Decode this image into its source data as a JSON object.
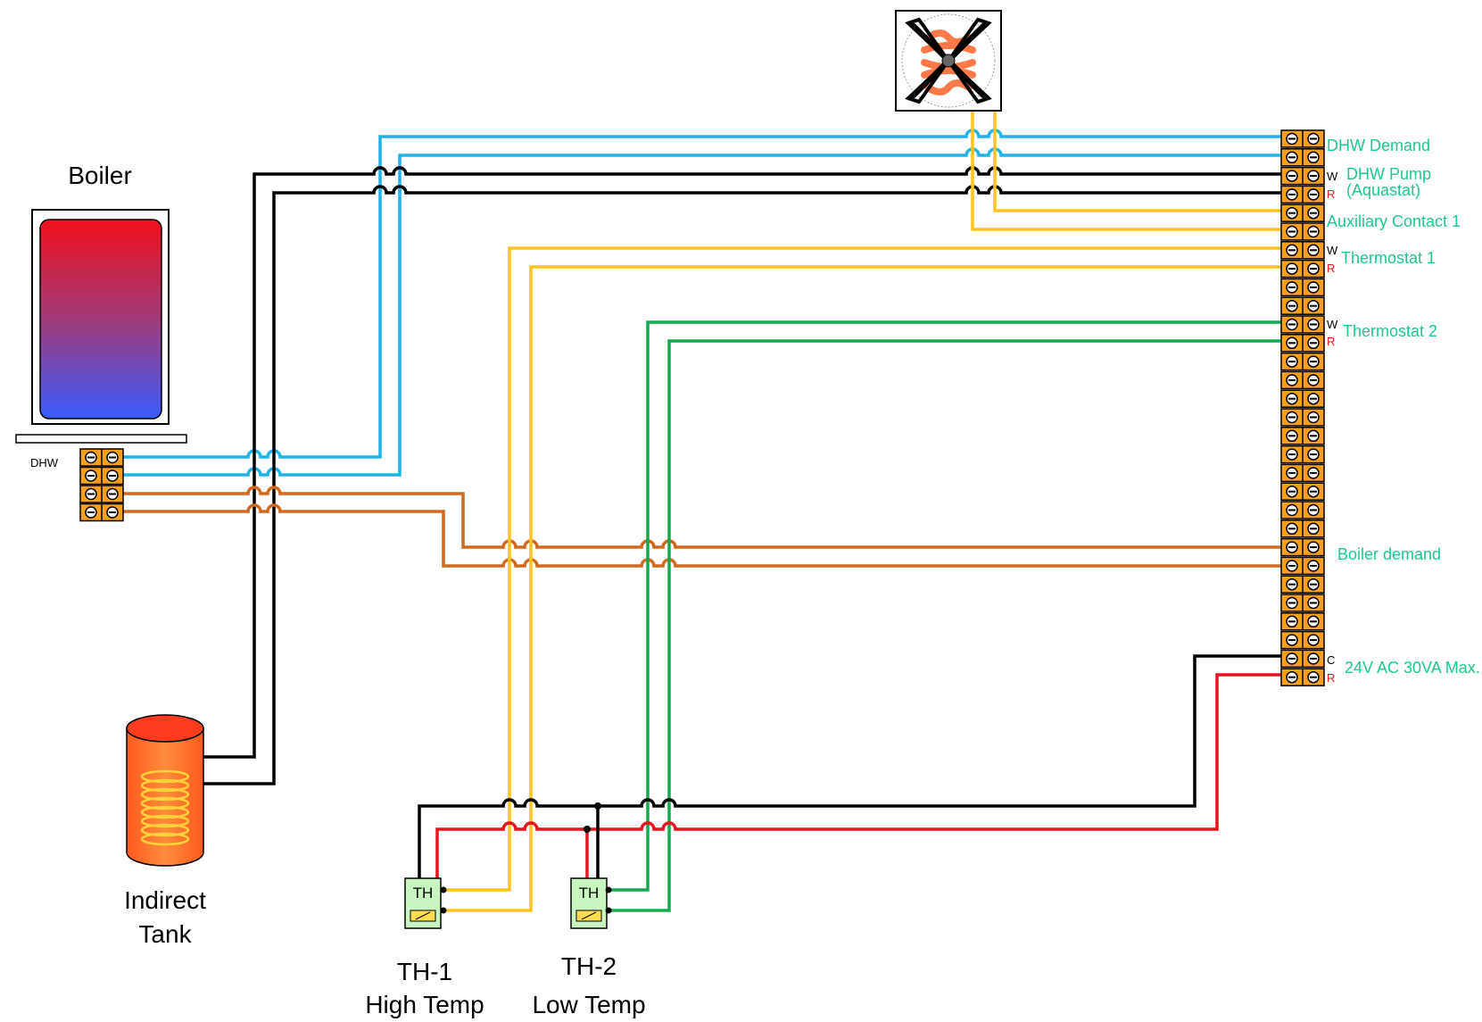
{
  "components": {
    "boiler": {
      "title": "Boiler",
      "terminal_label": "DHW"
    },
    "indirect_tank": {
      "label_line1": "Indirect",
      "label_line2": "Tank"
    },
    "th1": {
      "badge": "TH",
      "name": "TH-1",
      "subtitle": "High Temp"
    },
    "th2": {
      "badge": "TH",
      "name": "TH-2",
      "subtitle": "Low Temp"
    }
  },
  "terminal_labels": {
    "dhw_demand": "DHW Demand",
    "dhw_pump": "DHW Pump",
    "aquastat": "(Aquastat)",
    "aux_contact": "Auxiliary Contact 1",
    "thermostat1": "Thermostat 1",
    "thermostat2": "Thermostat 2",
    "boiler_demand": "Boiler demand",
    "power": "24V AC 30VA Max."
  },
  "terminal_markers": {
    "w": "W",
    "r": "R",
    "c": "C"
  },
  "colors": {
    "blue_wire": "#1eb4e6",
    "black_wire": "#000000",
    "orange_wire": "#d2691e",
    "yellow_wire": "#ffc31e",
    "green_wire": "#14aa50",
    "red_wire": "#e8141c",
    "terminal": "#f5a01e",
    "label_green": "#1ec88c"
  }
}
